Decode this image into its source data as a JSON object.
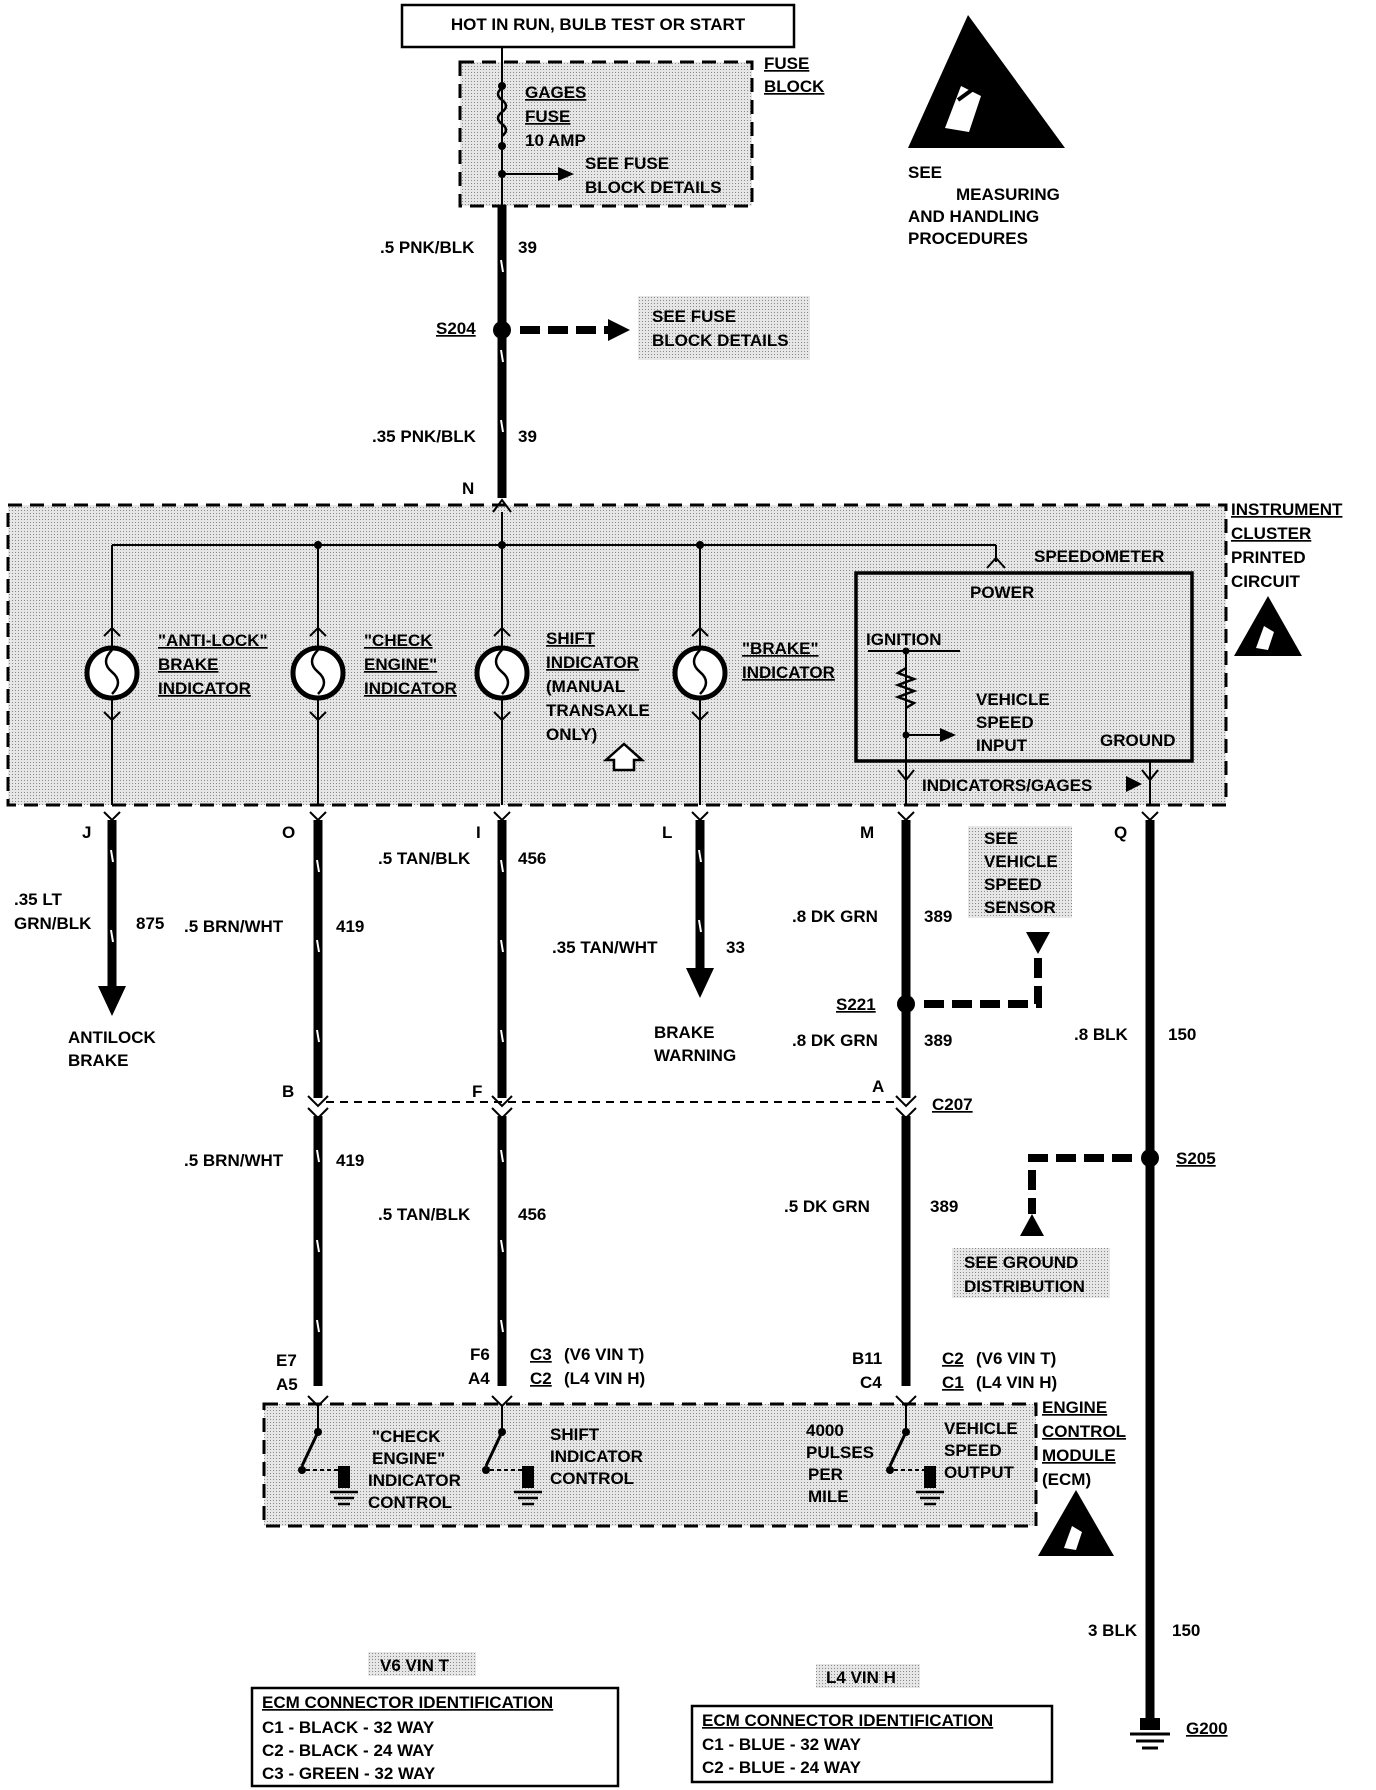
{
  "title_box": "HOT IN RUN, BULB TEST OR START",
  "fuse_block": {
    "label": [
      "FUSE",
      "BLOCK"
    ],
    "fuse": [
      "GAGES",
      "FUSE",
      "10 AMP"
    ],
    "see": [
      "SEE FUSE",
      "BLOCK DETAILS"
    ]
  },
  "esd_note": [
    "SEE",
    "MEASURING",
    "AND HANDLING",
    "PROCEDURES"
  ],
  "upper_wires": [
    {
      "gauge": ".5 PNK/BLK",
      "circuit": "39"
    },
    {
      "gauge": ".35 PNK/BLK",
      "circuit": "39"
    }
  ],
  "splice_s204": {
    "name": "S204",
    "see": [
      "SEE FUSE",
      "BLOCK DETAILS"
    ]
  },
  "pin_n": "N",
  "cluster": {
    "label": [
      "INSTRUMENT",
      "CLUSTER",
      "PRINTED",
      "CIRCUIT"
    ],
    "indicators": [
      {
        "lines": [
          "\"ANTI-LOCK\"",
          "BRAKE",
          "INDICATOR"
        ]
      },
      {
        "lines": [
          "\"CHECK",
          "ENGINE\"",
          "INDICATOR"
        ]
      },
      {
        "lines": [
          "SHIFT",
          "INDICATOR",
          "(MANUAL",
          "TRANSAXLE",
          "ONLY)"
        ]
      },
      {
        "lines": [
          "\"BRAKE\"",
          "INDICATOR"
        ]
      }
    ],
    "speedometer": {
      "label": "SPEEDOMETER",
      "power": "POWER",
      "ignition": "IGNITION",
      "vsi": [
        "VEHICLE",
        "SPEED",
        "INPUT"
      ],
      "ground": "GROUND",
      "indicators_gages": "INDICATORS/GAGES"
    }
  },
  "pins": {
    "j": "J",
    "o": "O",
    "i": "I",
    "l": "L",
    "m": "M",
    "q": "Q"
  },
  "wires": {
    "j": {
      "gauge": [
        ".35 LT",
        "GRN/BLK"
      ],
      "circuit": "875",
      "dest": [
        "ANTILOCK",
        "BRAKE"
      ]
    },
    "o": {
      "gauge": ".5 BRN/WHT",
      "circuit": "419"
    },
    "i": {
      "gauge": ".5 TAN/BLK",
      "circuit": "456"
    },
    "l": {
      "gauge": ".35 TAN/WHT",
      "circuit": "33",
      "dest": [
        "BRAKE",
        "WARNING"
      ]
    },
    "m": {
      "gauge": ".8 DK GRN",
      "circuit": "389"
    },
    "m2": {
      "gauge": ".8 DK GRN",
      "circuit": "389"
    },
    "q": {
      "gauge": ".8 BLK",
      "circuit": "150"
    },
    "o2": {
      "gauge": ".5 BRN/WHT",
      "circuit": "419"
    },
    "i2": {
      "gauge": ".5 TAN/BLK",
      "circuit": "456"
    },
    "m3": {
      "gauge": ".5 DK GRN",
      "circuit": "389"
    },
    "g": {
      "gauge": "3 BLK",
      "circuit": "150"
    }
  },
  "vss_note": [
    "SEE",
    "VEHICLE",
    "SPEED",
    "SENSOR"
  ],
  "splices": {
    "s221": "S221",
    "s205": "S205",
    "g200": "G200"
  },
  "c207": {
    "name": "C207",
    "b": "B",
    "f": "F",
    "a": "A"
  },
  "ground_note": [
    "SEE GROUND",
    "DISTRIBUTION"
  ],
  "ecm_pins": {
    "p1": [
      "E7",
      "A5"
    ],
    "p2": [
      "F6",
      "A4"
    ],
    "p2_conn": [
      "C3",
      "(V6 VIN T)",
      "C2",
      "(L4 VIN H)"
    ],
    "p3": [
      "B11",
      "C4"
    ],
    "p3_conn": [
      "C2",
      "(V6 VIN T)",
      "C1",
      "(L4 VIN H)"
    ]
  },
  "ecm": {
    "label": [
      "ENGINE",
      "CONTROL",
      "MODULE",
      "(ECM)"
    ],
    "cei": [
      "\"CHECK",
      "ENGINE\"",
      "INDICATOR",
      "CONTROL"
    ],
    "sic": [
      "SHIFT",
      "INDICATOR",
      "CONTROL"
    ],
    "pulses": [
      "4000",
      "PULSES",
      "PER",
      "MILE"
    ],
    "vso": [
      "VEHICLE",
      "SPEED",
      "OUTPUT"
    ]
  },
  "table_v6": {
    "tag": "V6 VIN T",
    "header": "ECM CONNECTOR IDENTIFICATION",
    "rows": [
      "C1 - BLACK - 32 WAY",
      "C2 - BLACK - 24 WAY",
      "C3 - GREEN - 32 WAY"
    ]
  },
  "table_l4": {
    "tag": "L4 VIN H",
    "header": "ECM CONNECTOR IDENTIFICATION",
    "rows": [
      "C1 - BLUE - 32 WAY",
      "C2 - BLUE - 24 WAY"
    ]
  }
}
